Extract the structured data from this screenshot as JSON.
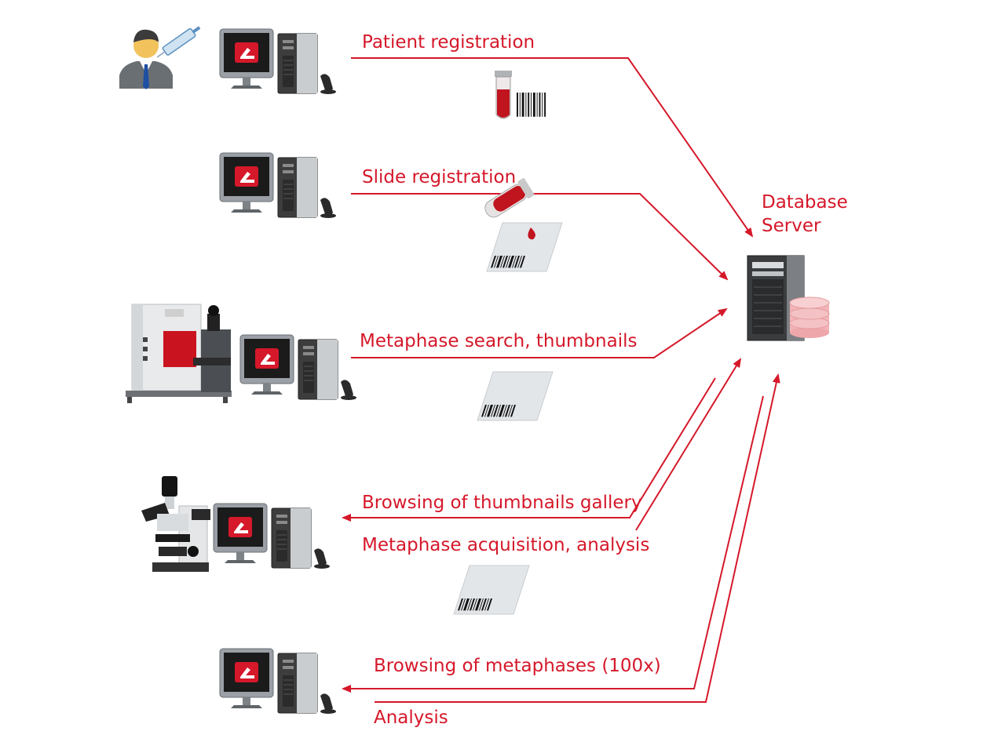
{
  "colors": {
    "accent": "#d5182a",
    "monitor_frame": "#8e9398",
    "screen": "#1a1a1a",
    "tower": "#3a3a3a",
    "server_disk": "#f2b4b7"
  },
  "steps": [
    {
      "label": "Patient registration"
    },
    {
      "label": "Slide registration"
    },
    {
      "label": "Metaphase search, thumbnails"
    },
    {
      "label": "Browsing of thumbnails gallery"
    },
    {
      "label": "Metaphase acquisition, analysis"
    },
    {
      "label": "Browsing of metaphases (100x)"
    },
    {
      "label": "Analysis"
    }
  ],
  "server": {
    "label_line1": "Database",
    "label_line2": "Server",
    "icon": "database-server-icon"
  },
  "icons": [
    "user-injection-icon",
    "workstation-icon",
    "barcode-scanner-icon",
    "blood-tube-barcode-icon",
    "blood-slide-icon",
    "slide-barcode-icon",
    "slide-scanner-machine-icon",
    "microscope-icon"
  ]
}
